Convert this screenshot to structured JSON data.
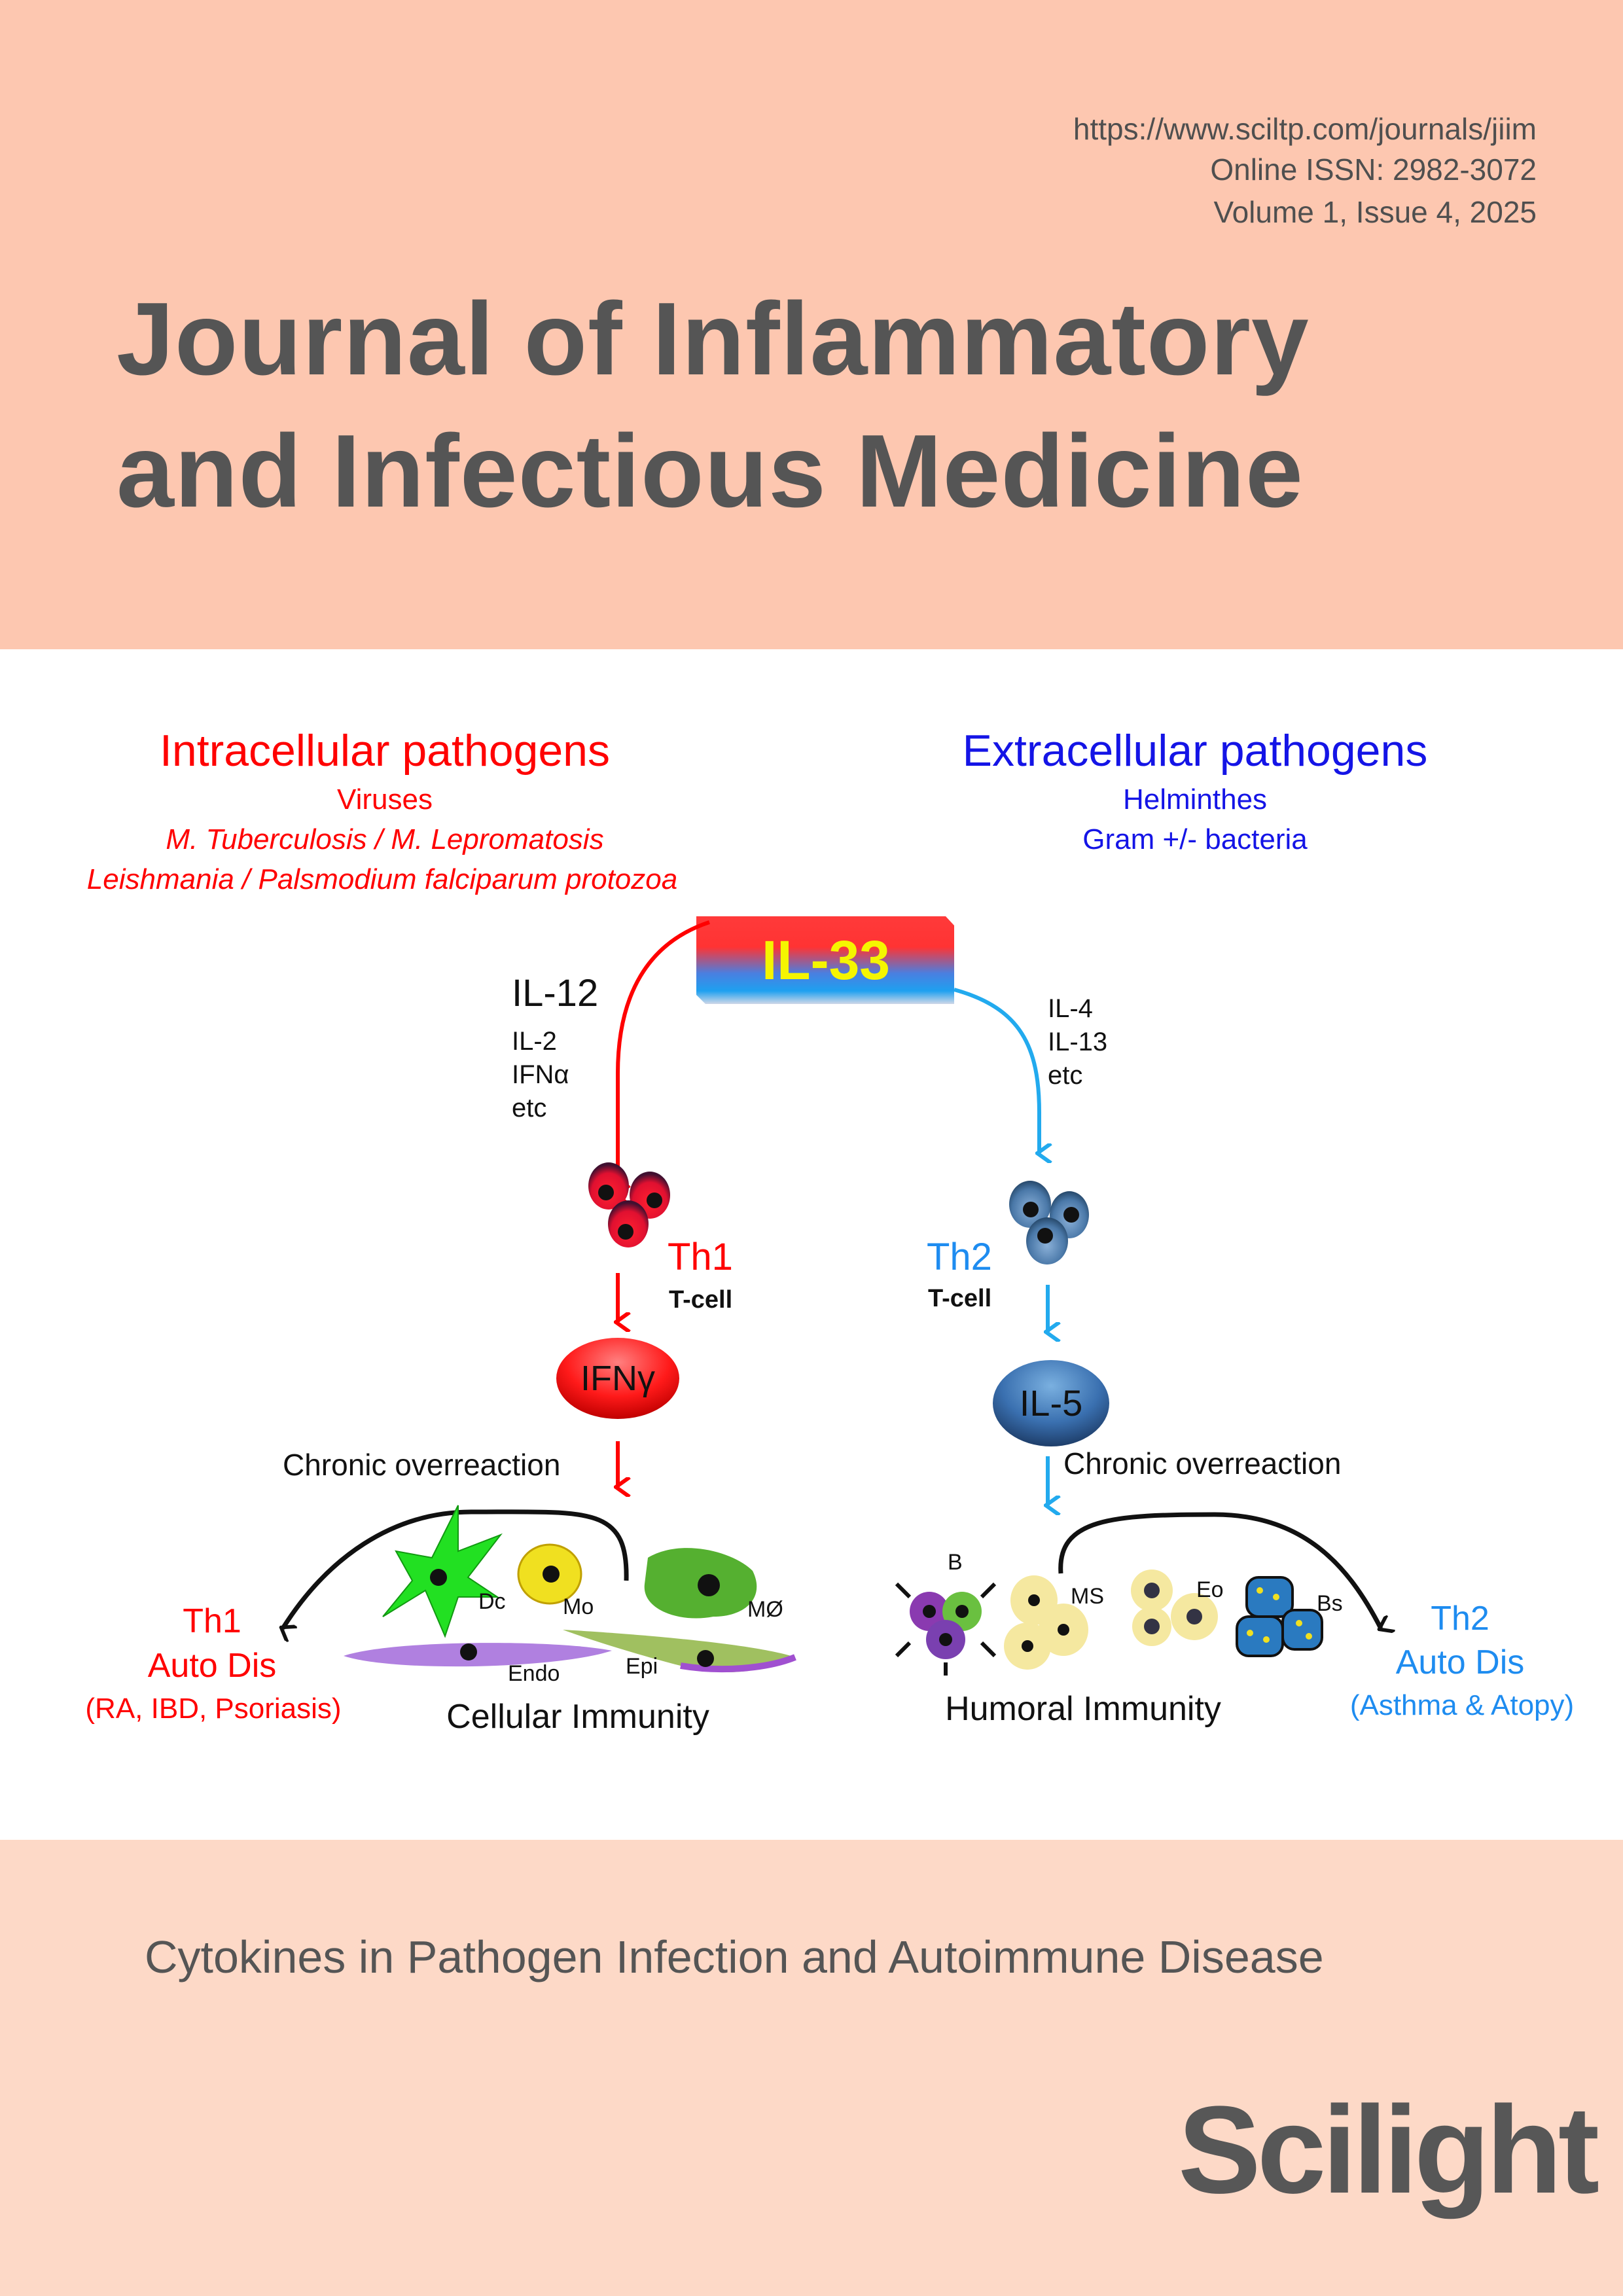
{
  "header": {
    "url": "https://www.sciltp.com/journals/jiim",
    "issn": "Online ISSN: 2982-3072",
    "volume": "Volume 1, Issue 4, 2025",
    "title_line1": "Journal of Inflammatory",
    "title_line2": "and Infectious Medicine"
  },
  "diagram": {
    "left": {
      "heading": "Intracellular pathogens",
      "items": [
        "Viruses",
        "M. Tuberculosis / M. Lepromatosis",
        "Leishmania / Palsmodium falciparum protozoa"
      ],
      "cytokine_main": "IL-12",
      "cytokines": [
        "IL-2",
        "IFNα",
        "etc"
      ],
      "cell_type": "Th1",
      "cell_sub": "T-cell",
      "effector": "IFNγ",
      "chronic": "Chronic overreaction",
      "disease": [
        "Th1",
        "Auto Dis",
        "(RA, IBD, Psoriasis)"
      ],
      "cells": [
        "Dc",
        "Mo",
        "MØ",
        "Endo",
        "Epi"
      ],
      "immunity": "Cellular Immunity"
    },
    "center": "IL-33",
    "right": {
      "heading": "Extracellular pathogens",
      "items": [
        "Helminthes",
        "Gram +/- bacteria"
      ],
      "cytokines": [
        "IL-4",
        "IL-13",
        "etc"
      ],
      "cell_type": "Th2",
      "cell_sub": "T-cell",
      "effector": "IL-5",
      "chronic": "Chronic overreaction",
      "disease": [
        "Th2",
        "Auto Dis",
        "(Asthma & Atopy)"
      ],
      "cells": [
        "B",
        "MS",
        "Eo",
        "Bs"
      ],
      "immunity": "Humoral Immunity"
    }
  },
  "footer": {
    "article_title": "Cytokines in Pathogen Infection and Autoimmune Disease",
    "publisher": "Scilight"
  },
  "colors": {
    "top_band": "#fdc7b0",
    "bottom_band": "#fdd9c7",
    "th1": "#ff0000",
    "th2": "#1e8cf0"
  }
}
